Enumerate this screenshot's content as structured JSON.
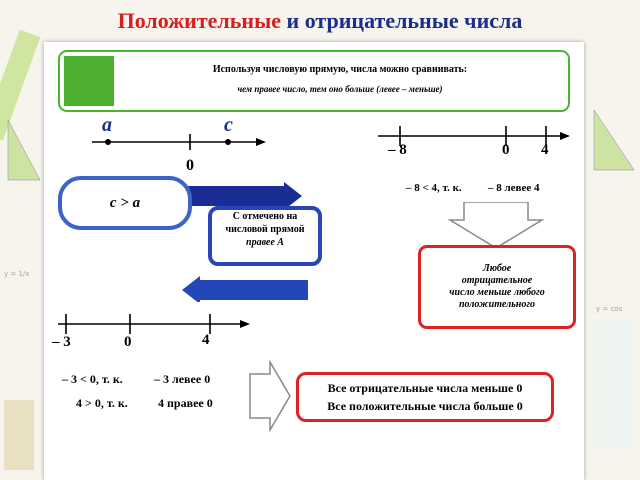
{
  "title": {
    "part1": "Положительные",
    "part2": "и отрицательные числа"
  },
  "banner": {
    "line1": "Используя числовую прямую, числа можно сравнивать:",
    "line2": "чем правее число, тем оно больше (левее – меньше)"
  },
  "line1": {
    "label_a": "a",
    "label_c": "c",
    "zero": "0"
  },
  "line2": {
    "label_left": "– 8",
    "label_zero": "0",
    "label_right": "4",
    "caption1": "– 8 < 4, т. к.",
    "caption2": "– 8 левее 4"
  },
  "compare": {
    "oval": "c > a",
    "box_line1": "С отмечено на",
    "box_line2": "числовой прямой",
    "box_line3": "правее А"
  },
  "rule_box": {
    "line1": "Любое",
    "line2": "отрицательное",
    "line3": "число меньше любого",
    "line4": "положительного"
  },
  "line3": {
    "label_left": "– 3",
    "label_zero": "0",
    "label_right": "4"
  },
  "statements": {
    "s1a": "– 3 < 0, т. к.",
    "s1b": "– 3 левее 0",
    "s2a": "4 > 0, т. к.",
    "s2b": "4 правее 0"
  },
  "conclusion": {
    "line1": "Все отрицательные числа меньше 0",
    "line2": "Все положительные числа больше 0"
  },
  "colors": {
    "red": "#d62020",
    "navy": "#1b2f8a",
    "green": "#4caf2f",
    "blue": "#2b45b8"
  }
}
